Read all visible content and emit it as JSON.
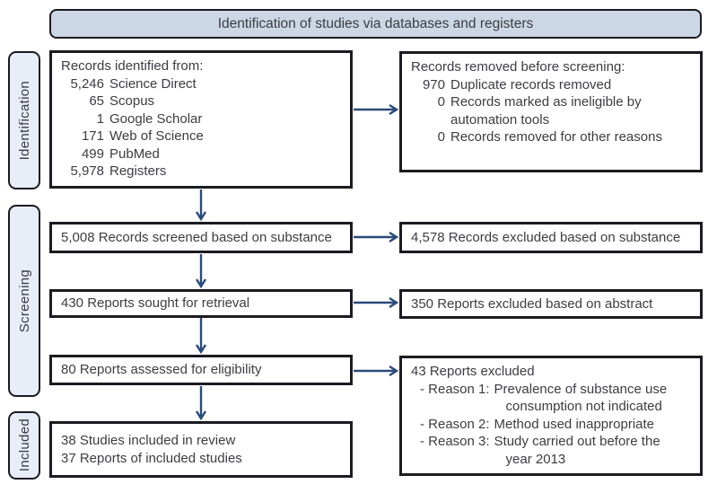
{
  "title": "Identification of studies via databases and registers",
  "colors": {
    "header_fill": "#ccd7e5",
    "stage_fill": "#e8edf7",
    "box_fill": "#ffffff",
    "border": "#1b1b22",
    "arrow": "#2a4a7a",
    "text": "#3c3c44"
  },
  "stages": [
    {
      "label": "Identification"
    },
    {
      "label": "Screening"
    },
    {
      "label": "Included"
    }
  ],
  "boxes": {
    "identified": {
      "title": "Records identified from:",
      "items": [
        {
          "num": "5,246",
          "label": "Science Direct"
        },
        {
          "num": "65",
          "label": "Scopus"
        },
        {
          "num": "1",
          "label": "Google Scholar"
        },
        {
          "num": "171",
          "label": "Web of Science"
        },
        {
          "num": "499",
          "label": "PubMed"
        },
        {
          "num": "5,978",
          "label": "Registers"
        }
      ]
    },
    "removed": {
      "title": "Records removed before screening:",
      "items": [
        {
          "num": "970",
          "label": "Duplicate records removed"
        },
        {
          "num": "0",
          "label": "Records marked as ineligible by automation tools"
        },
        {
          "num": "0",
          "label": "Records removed for other reasons"
        }
      ]
    },
    "screened": {
      "text": "5,008 Records screened based on substance"
    },
    "excluded_substance": {
      "text": "4,578 Records excluded based on substance"
    },
    "retrieval": {
      "text": "430 Reports sought for retrieval"
    },
    "excluded_abstract": {
      "text": "350 Reports excluded based on abstract"
    },
    "assessed": {
      "text": "80 Reports assessed for eligibility"
    },
    "excluded_reports": {
      "title": "43 Reports excluded",
      "reasons": [
        {
          "prefix": "- Reason 1:",
          "line1": "Prevalence of substance use",
          "line2": "consumption not indicated"
        },
        {
          "prefix": "- Reason 2:",
          "line1": "Method used inappropriate",
          "line2": ""
        },
        {
          "prefix": "- Reason 3:",
          "line1": "Study carried out before the",
          "line2": "year 2013"
        }
      ]
    },
    "included": {
      "line1": "38 Studies included in review",
      "line2": "37 Reports of included studies"
    }
  }
}
